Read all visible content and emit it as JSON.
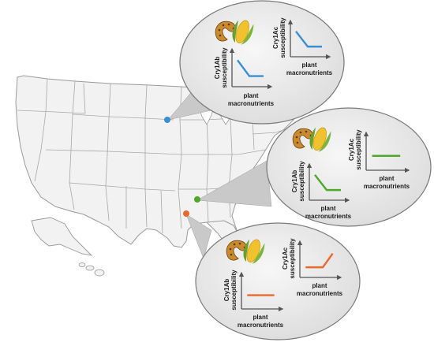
{
  "labels": {
    "cry1ab": "Cry1Ab",
    "cry1ac": "Cry1Ac",
    "susceptibility": "susceptibility",
    "plant": "plant",
    "macronutrients": "macronutrients"
  },
  "colors": {
    "north": "#3a8fd0",
    "middle": "#4ea82a",
    "south": "#e8692c",
    "map_fill": "#f2f2f2",
    "map_stroke": "#9a9a9a",
    "bubble_fill": "#ececec",
    "bubble_stroke": "#7a7a7a"
  },
  "sites": [
    {
      "id": "north",
      "color": "#3a8fd0",
      "cry1ab_trend": "decreasing",
      "cry1ac_trend": "decreasing"
    },
    {
      "id": "middle",
      "color": "#4ea82a",
      "cry1ab_trend": "decreasing",
      "cry1ac_trend": "flat"
    },
    {
      "id": "south",
      "color": "#e8692c",
      "cry1ab_trend": "flat",
      "cry1ac_trend": "increasing"
    }
  ],
  "icons": [
    "caterpillar-icon",
    "corn-cob-icon"
  ]
}
